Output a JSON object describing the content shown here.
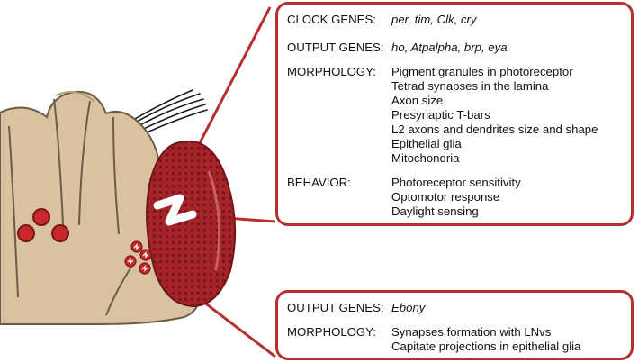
{
  "box_top": {
    "rows": [
      {
        "label": "CLOCK GENES:",
        "italic": true,
        "values": [
          "per, tim, Clk, cry"
        ]
      },
      {
        "label": "OUTPUT GENES:",
        "italic": true,
        "values": [
          "ho, Atpalpha, brp, eya"
        ]
      },
      {
        "label": "MORPHOLOGY:",
        "italic": false,
        "values": [
          "Pigment granules in photoreceptor",
          "Tetrad synapses in the lamina",
          "Axon size",
          "Presynaptic T-bars",
          "L2 axons and dendrites size and shape",
          "Epithelial glia",
          "Mitochondria"
        ]
      },
      {
        "label": "BEHAVIOR:",
        "italic": false,
        "values": [
          "Photoreceptor sensitivity",
          "Optomotor response",
          "Daylight sensing"
        ]
      }
    ]
  },
  "box_bottom": {
    "rows": [
      {
        "label": "OUTPUT GENES:",
        "italic": true,
        "values": [
          "Ebony"
        ]
      },
      {
        "label": "MORPHOLOGY:",
        "italic": false,
        "values": [
          "Synapses formation with LNvs",
          "Capitate projections in epithelial glia"
        ]
      }
    ]
  },
  "colors": {
    "accent": "#b5312f",
    "head": "#d9c2a0",
    "eye": "#a4242a",
    "ocelli": "#c8282c"
  }
}
